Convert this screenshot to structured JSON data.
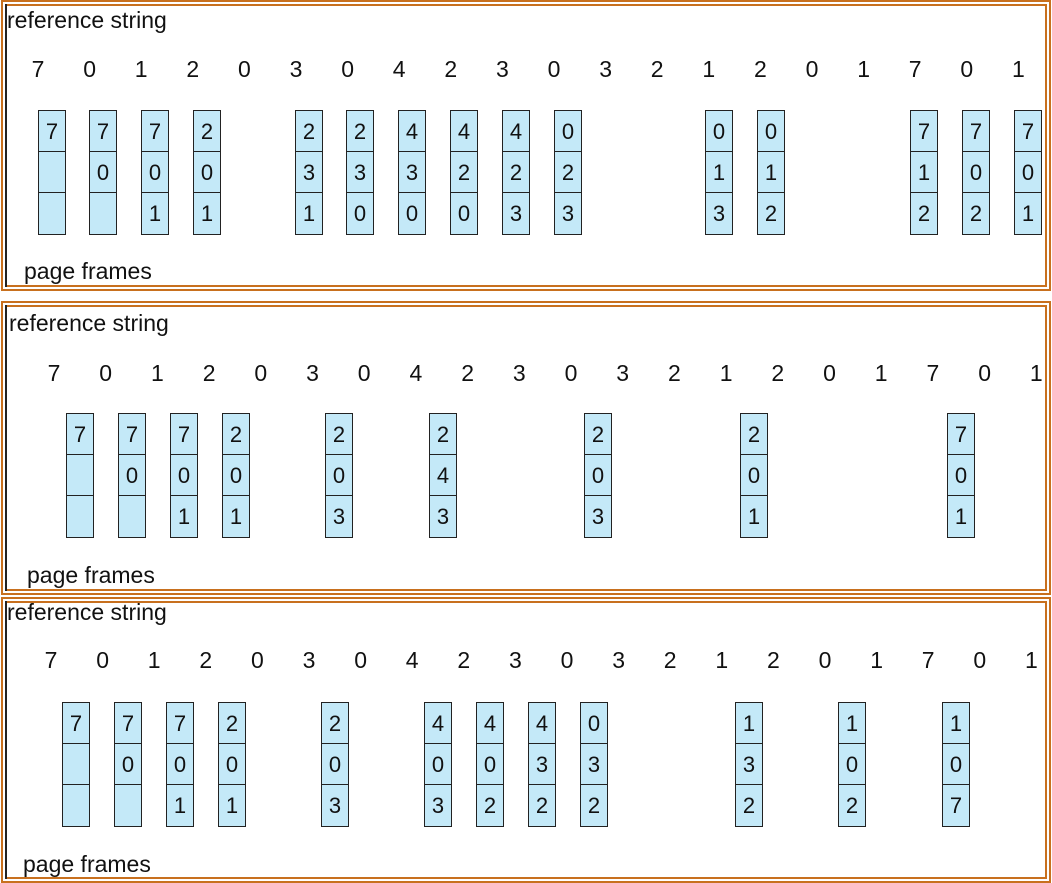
{
  "reference_label": "reference string",
  "frames_label": "page frames",
  "reference_string": [
    "7",
    "0",
    "1",
    "2",
    "0",
    "3",
    "0",
    "4",
    "2",
    "3",
    "0",
    "3",
    "2",
    "1",
    "2",
    "0",
    "1",
    "7",
    "0",
    "1"
  ],
  "diagrams": [
    {
      "name": "top",
      "frames": [
        [
          "7",
          "",
          ""
        ],
        [
          "7",
          "0",
          ""
        ],
        [
          "7",
          "0",
          "1"
        ],
        [
          "2",
          "0",
          "1"
        ],
        [
          "2",
          "3",
          "1"
        ],
        [
          "2",
          "3",
          "0"
        ],
        [
          "4",
          "3",
          "0"
        ],
        [
          "4",
          "2",
          "0"
        ],
        [
          "4",
          "2",
          "3"
        ],
        [
          "0",
          "2",
          "3"
        ],
        [
          "0",
          "1",
          "3"
        ],
        [
          "0",
          "1",
          "2"
        ],
        [
          "7",
          "1",
          "2"
        ],
        [
          "7",
          "0",
          "2"
        ],
        [
          "7",
          "0",
          "1"
        ]
      ]
    },
    {
      "name": "middle",
      "frames": [
        [
          "7",
          "",
          ""
        ],
        [
          "7",
          "0",
          ""
        ],
        [
          "7",
          "0",
          "1"
        ],
        [
          "2",
          "0",
          "1"
        ],
        [
          "2",
          "0",
          "3"
        ],
        [
          "2",
          "4",
          "3"
        ],
        [
          "2",
          "0",
          "3"
        ],
        [
          "2",
          "0",
          "1"
        ],
        [
          "7",
          "0",
          "1"
        ]
      ]
    },
    {
      "name": "bottom",
      "frames": [
        [
          "7",
          "",
          ""
        ],
        [
          "7",
          "0",
          ""
        ],
        [
          "7",
          "0",
          "1"
        ],
        [
          "2",
          "0",
          "1"
        ],
        [
          "2",
          "0",
          "3"
        ],
        [
          "4",
          "0",
          "3"
        ],
        [
          "4",
          "0",
          "2"
        ],
        [
          "4",
          "3",
          "2"
        ],
        [
          "0",
          "3",
          "2"
        ],
        [
          "1",
          "3",
          "2"
        ],
        [
          "1",
          "0",
          "2"
        ],
        [
          "1",
          "0",
          "7"
        ]
      ]
    }
  ]
}
